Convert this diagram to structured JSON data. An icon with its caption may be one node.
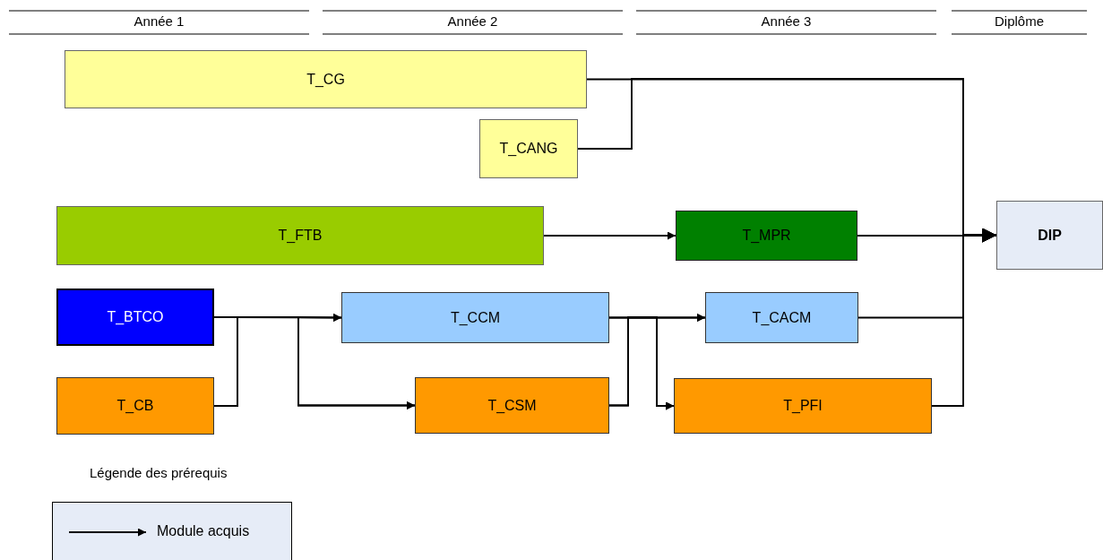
{
  "diagram": {
    "nodes": [
      {
        "text": [
          "T_CG"
        ]
      },
      {
        "text": [
          "T_CANG"
        ]
      },
      {
        "text": [
          "T_FTB"
        ]
      },
      {
        "text": [
          "T_MPR"
        ]
      },
      {
        "text": [
          "DIP"
        ]
      },
      {
        "text": [
          "T_BTCO"
        ]
      },
      {
        "text": [
          "T_CCM"
        ]
      },
      {
        "text": [
          "T_CACM"
        ]
      },
      {
        "text": [
          "T_CB"
        ]
      },
      {
        "text": [
          "T_CSM"
        ]
      },
      {
        "text": [
          "T_PFI"
        ]
      }
    ],
    "edges": [
      {
        "from": 0,
        "to": 4,
        "arrow": "to"
      },
      {
        "from": 1,
        "to": 4,
        "arrow": "to"
      },
      {
        "from": 3,
        "to": 4,
        "arrow": "to"
      },
      {
        "from": 7,
        "to": 4,
        "arrow": "to"
      },
      {
        "from": 10,
        "to": 4,
        "arrow": "to"
      },
      {
        "from": 2,
        "to": 3,
        "arrow": "to"
      },
      {
        "from": 5,
        "to": 6,
        "arrow": "to"
      },
      {
        "from": 8,
        "to": 6,
        "arrow": "to"
      },
      {
        "from": 5,
        "to": 9,
        "arrow": "to"
      },
      {
        "from": 8,
        "to": 9,
        "arrow": "to"
      },
      {
        "from": 6,
        "to": 7,
        "arrow": "to"
      },
      {
        "from": 9,
        "to": 7,
        "arrow": "to"
      },
      {
        "from": 6,
        "to": 10,
        "arrow": "to"
      },
      {
        "from": 9,
        "to": 10,
        "arrow": "to"
      }
    ],
    "labels": [
      "Année 1",
      "Année 2",
      "Année 3",
      "Diplôme",
      "Légende des prérequis"
    ],
    "legend": [
      {
        "text": "Module acquis"
      }
    ]
  }
}
